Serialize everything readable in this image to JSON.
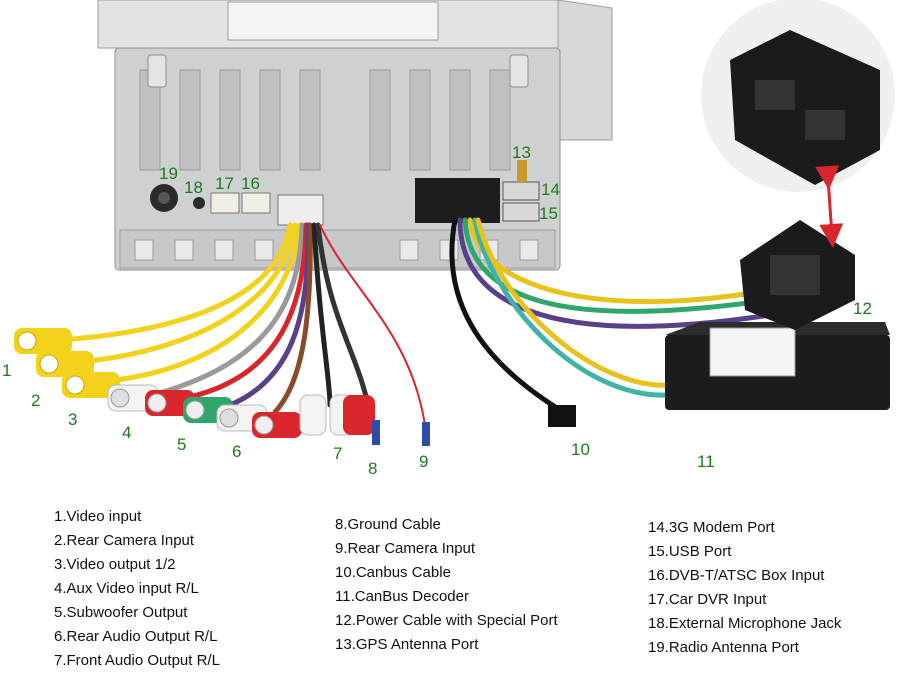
{
  "callouts": [
    "1",
    "2",
    "3",
    "4",
    "5",
    "6",
    "7",
    "8",
    "9",
    "10",
    "11",
    "12",
    "13",
    "14",
    "15",
    "16",
    "17",
    "18",
    "19"
  ],
  "legend": {
    "column1": [
      "1.Video input",
      "2.Rear Camera Input",
      "3.Video output 1/2",
      "4.Aux Video input R/L",
      "5.Subwoofer Output",
      "6.Rear Audio Output R/L",
      "7.Front Audio Output R/L"
    ],
    "column2": [
      "8.Ground Cable",
      "9.Rear Camera Input",
      "10.Canbus Cable",
      "11.CanBus Decoder",
      "12.Power Cable with Special Port",
      "13.GPS Antenna Port"
    ],
    "column3": [
      "14.3G Modem Port",
      "15.USB Port",
      "16.DVB-T/ATSC Box Input",
      "17.Car DVR Input",
      "18.External Microphone Jack",
      "19.Radio Antenna Port"
    ]
  },
  "colors": {
    "label": "#1f7a1f",
    "chassis": "#cfd0d2",
    "connector_yellow": "#f2d21b",
    "connector_red": "#d8262c",
    "connector_white": "#f3f3f3",
    "connector_green": "#2fa66b",
    "decoder_box": "#1c1c1c",
    "arrow": "#d8262c"
  }
}
